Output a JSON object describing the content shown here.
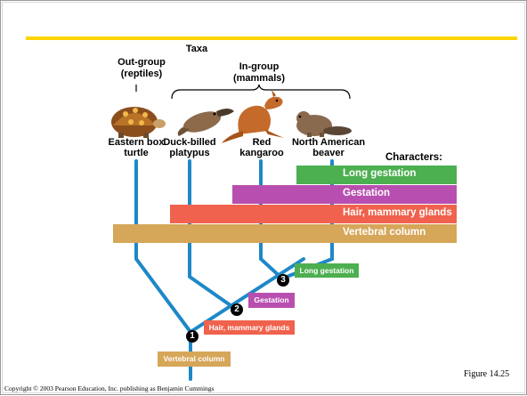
{
  "taxa_label": "Taxa",
  "groups": {
    "outgroup": [
      "Out-group",
      "(reptiles)"
    ],
    "ingroup": [
      "In-group",
      "(mammals)"
    ]
  },
  "taxa": [
    {
      "line1": "Eastern box",
      "line2": "turtle",
      "icon": "turtle-icon"
    },
    {
      "line1": "Duck-billed",
      "line2": "platypus",
      "icon": "platypus-icon"
    },
    {
      "line1": "Red",
      "line2": "kangaroo",
      "icon": "kangaroo-icon"
    },
    {
      "line1": "North American",
      "line2": "beaver",
      "icon": "beaver-icon"
    }
  ],
  "characters_label": "Characters:",
  "characters": [
    {
      "label": "Long gestation",
      "color": "#4caf50"
    },
    {
      "label": "Gestation",
      "color": "#b84fb0"
    },
    {
      "label": "Hair, mammary glands",
      "color": "#f0624d"
    },
    {
      "label": "Vertebral column",
      "color": "#d6a659"
    }
  ],
  "nodes": [
    {
      "number": "1",
      "label": "Hair, mammary glands"
    },
    {
      "number": "2",
      "label": "Gestation"
    },
    {
      "number": "3",
      "label": "Long gestation"
    }
  ],
  "root_label": "Vertebral column",
  "branch_color": "#1e88c8",
  "accent_rule_color": "#ffd400",
  "figure_label": "Figure 14.25",
  "copyright": "Copyright © 2003 Pearson Education, Inc. publishing as Benjamin Cummings"
}
